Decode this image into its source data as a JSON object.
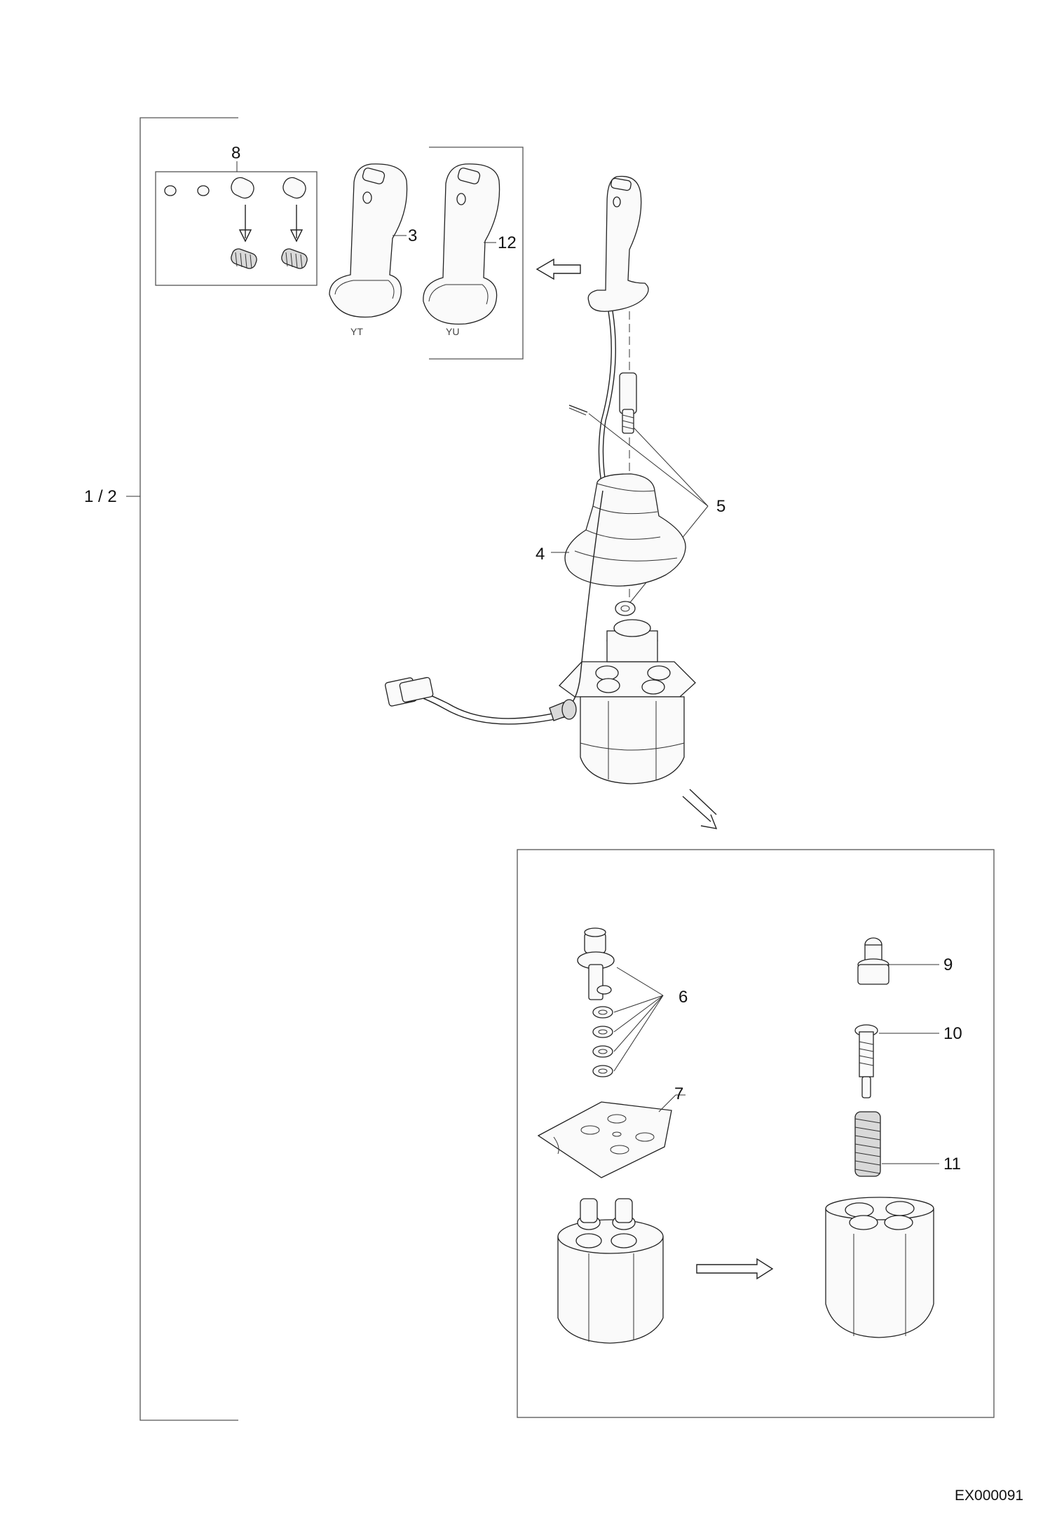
{
  "callouts": {
    "c1_2": "1 / 2",
    "c3": "3",
    "c4": "4",
    "c5": "5",
    "c6": "6",
    "c7": "7",
    "c8": "8",
    "c9": "9",
    "c10": "10",
    "c11": "11",
    "c12": "12"
  },
  "variants": {
    "yt": "YT",
    "yu": "YU"
  },
  "drawing_id": "EX000091"
}
